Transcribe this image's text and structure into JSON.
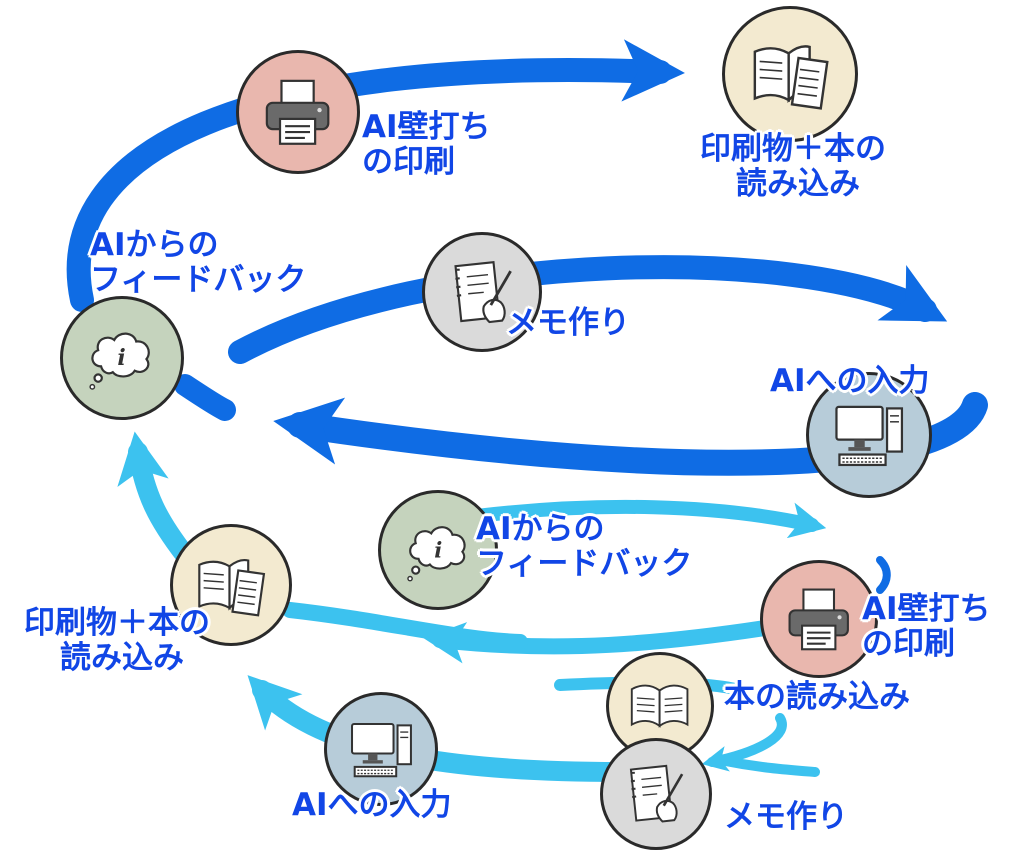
{
  "colors": {
    "upper_cycle": "#0f6ce4",
    "lower_cycle": "#3cc2ef",
    "label_text": "#1146e6",
    "printer_circle": "#e9b7ae",
    "book_circle": "#f3ead0",
    "memo_circle": "#dadada",
    "computer_circle": "#b7ccd9",
    "feedback_circle": "#c5d3bd"
  },
  "upper_cycle": {
    "print_node": {
      "icon": "printer-icon",
      "label_lines": [
        "AI壁打ち",
        "の印刷"
      ]
    },
    "read_node": {
      "icon": "book-papers-icon",
      "label_lines": [
        "印刷物＋本の",
        "読み込み"
      ]
    },
    "memo_node": {
      "icon": "memo-writing-icon",
      "label_lines": [
        "メモ作り"
      ]
    },
    "input_node": {
      "icon": "computer-icon",
      "label_lines": [
        "AIへの入力"
      ]
    },
    "feedback_node": {
      "icon": "info-cloud-icon",
      "label_lines": [
        "AIからの",
        "フィードバック"
      ]
    }
  },
  "lower_cycle": {
    "feedback_node": {
      "icon": "info-cloud-icon",
      "label_lines": [
        "AIからの",
        "フィードバック"
      ]
    },
    "print_node": {
      "icon": "printer-icon",
      "label_lines": [
        "AI壁打ち",
        "の印刷"
      ]
    },
    "book_node": {
      "icon": "open-book-icon",
      "label_lines": [
        "本の読み込み"
      ]
    },
    "memo_node": {
      "icon": "memo-writing-icon",
      "label_lines": [
        "メモ作り"
      ]
    },
    "input_node": {
      "icon": "computer-icon",
      "label_lines": [
        "AIへの入力"
      ]
    },
    "read_node": {
      "icon": "book-papers-icon",
      "label_lines": [
        "印刷物＋本の",
        "読み込み"
      ]
    }
  }
}
